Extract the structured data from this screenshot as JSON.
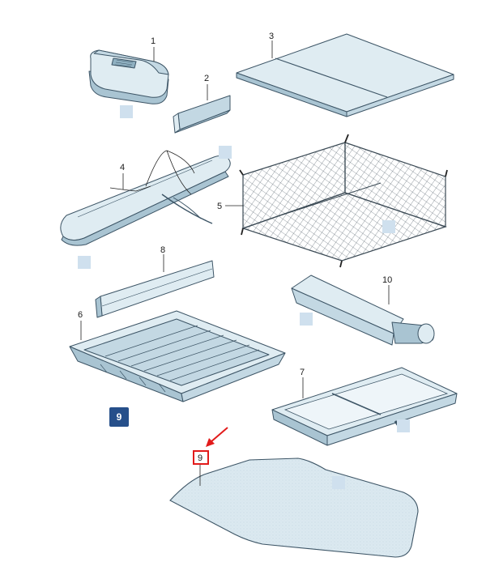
{
  "callouts": {
    "c1": "1",
    "c2": "2",
    "c3": "3",
    "c4": "4",
    "c5": "5",
    "c6": "6",
    "c7": "7",
    "c8": "8",
    "c9": "9",
    "c10": "10"
  },
  "badge": {
    "label": "9",
    "color": "#264f8a"
  },
  "highlight": {
    "color": "#e21b1b"
  }
}
